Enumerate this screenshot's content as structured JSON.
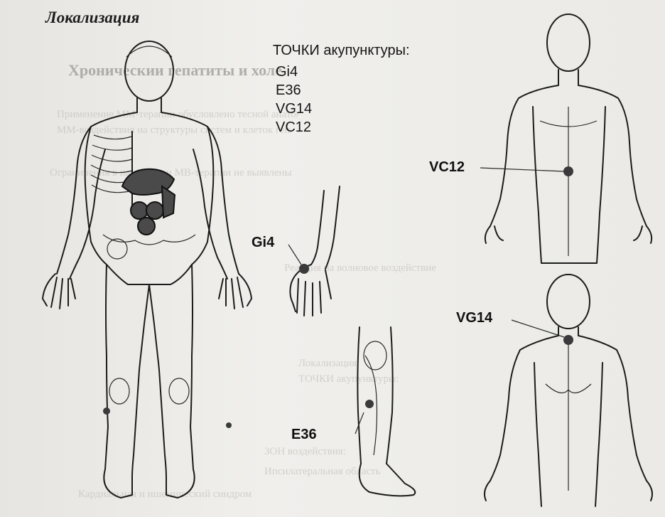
{
  "section_title": "Локализация",
  "points_heading": "ТОЧКИ акупунктуры:",
  "points": [
    "Gi4",
    "E36",
    "VG14",
    "VC12"
  ],
  "labels": {
    "vc12": "VC12",
    "gi4": "Gi4",
    "vg14": "VG14",
    "e36": "E36"
  },
  "bleed_text": {
    "line1": "Хроническии гепатиты и холецистопатии",
    "line2": "Применение ММ-терапии обусловлено тесной анатомической связью",
    "line3": "ММ-воздействия на структуры систем и клеток гепатита",
    "line4": "Ограничения в назначении МВ-терапии не выявлены",
    "line5": "Реакция на волновое воздействие",
    "line6": "Локализация",
    "line7": "ТОЧКИ акупунктуры:",
    "line8": "ЗОН воздействия:",
    "line9": "Ипсилатеральная область",
    "line10": "Кардиальная и ишемический синдром"
  }
}
